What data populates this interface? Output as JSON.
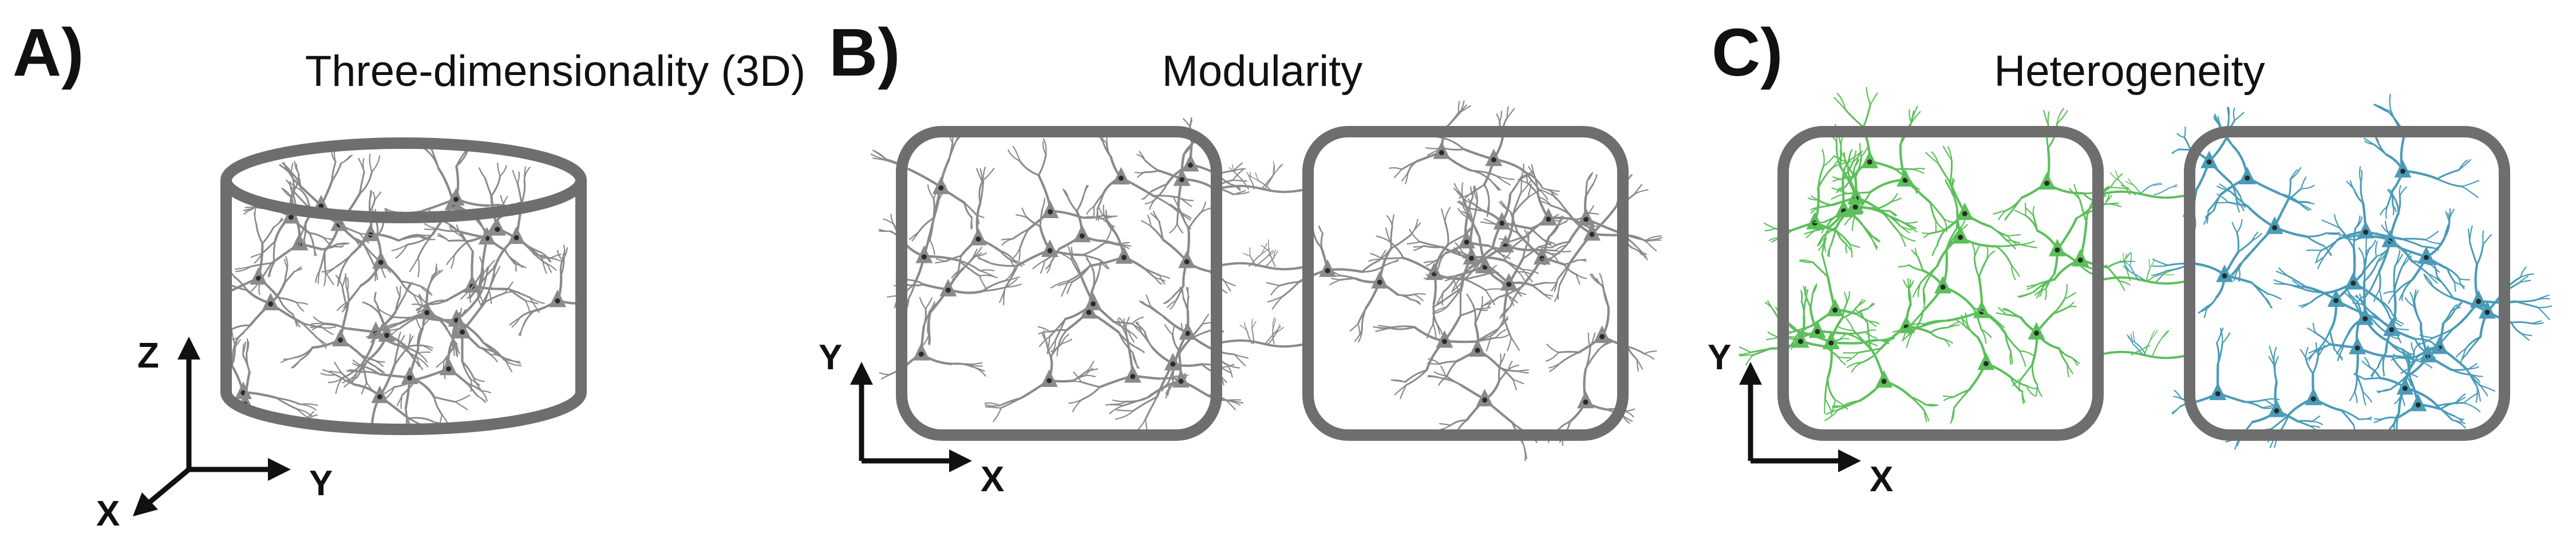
{
  "panels": [
    {
      "letter": "A)",
      "title": "Three-dimensionality (3D)",
      "axes": {
        "vertical": "Z",
        "horizontal": "Y",
        "depth": "X"
      },
      "neuron_color": "#8a8a8a"
    },
    {
      "letter": "B)",
      "title": "Modularity",
      "axes": {
        "vertical": "Y",
        "horizontal": "X"
      },
      "neuron_color": "#8a8a8a"
    },
    {
      "letter": "C)",
      "title": "Heterogeneity",
      "axes": {
        "vertical": "Y",
        "horizontal": "X"
      },
      "neuron_colors": [
        "#5cc05a",
        "#4a9bb8"
      ]
    }
  ],
  "colors": {
    "frame": "#6e6e6e",
    "axis": "#111111",
    "background": "#ffffff"
  }
}
